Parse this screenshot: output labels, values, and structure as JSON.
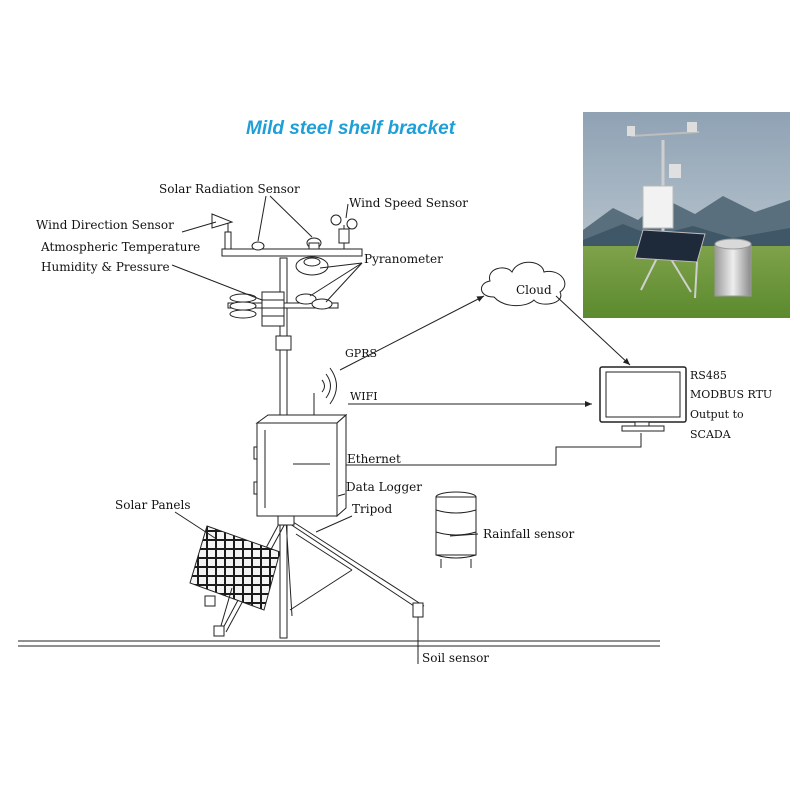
{
  "title": "Mild steel shelf bracket",
  "colors": {
    "title": "#1e9fd8",
    "line": "#222222",
    "sky": "#9fb2c4",
    "grass": "#6f9a3c"
  },
  "labels": {
    "solar_radiation": "Solar Radiation Sensor",
    "wind_speed": "Wind Speed Sensor",
    "wind_direction": "Wind Direction Sensor",
    "atmo_line1": "Atmospheric Temperature",
    "atmo_line2": "Humidity & Pressure",
    "pyranometer": "Pyranometer",
    "cloud": "Cloud",
    "gprs": "GPRS",
    "wifi": "WIFI",
    "ethernet": "Ethernet",
    "data_logger": "Data Logger",
    "tripod": "Tripod",
    "solar_panels": "Solar Panels",
    "rainfall": "Rainfall sensor",
    "soil": "Soil sensor",
    "rs485": "RS485",
    "modbus": "MODBUS RTU",
    "output_to": "Output to",
    "scada": "SCADA"
  },
  "icons": [
    "cloud-icon",
    "monitor-icon",
    "antenna-icon",
    "rain-gauge-icon",
    "solar-panel-icon"
  ]
}
